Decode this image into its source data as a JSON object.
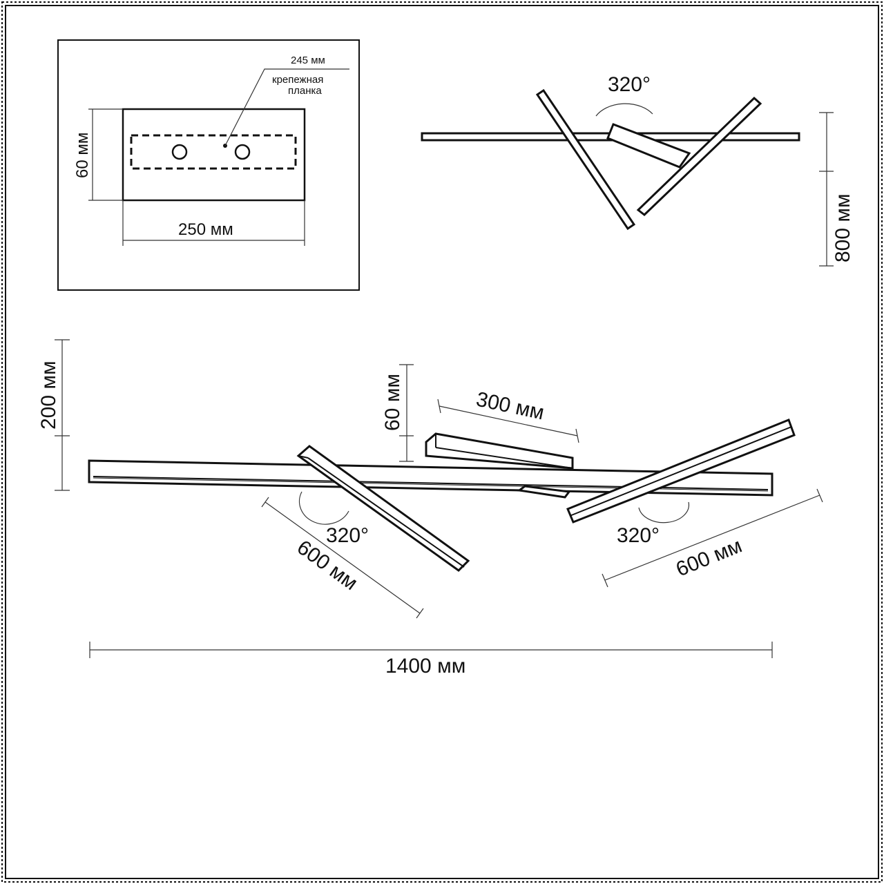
{
  "colors": {
    "line": "#111111",
    "background": "#ffffff"
  },
  "inset": {
    "strip_length": "245 мм",
    "mount_label_line1": "крепежная",
    "mount_label_line2": "планка",
    "height": "60 мм",
    "width": "250 мм"
  },
  "top_view": {
    "angle": "320°",
    "size": "800 мм"
  },
  "main_view": {
    "height_total": "200 мм",
    "base_height": "60 мм",
    "base_length": "300 мм",
    "angle_left": "320°",
    "angle_right": "320°",
    "arm_left_length": "600 мм",
    "arm_right_length": "600 мм",
    "total_length": "1400 мм"
  }
}
